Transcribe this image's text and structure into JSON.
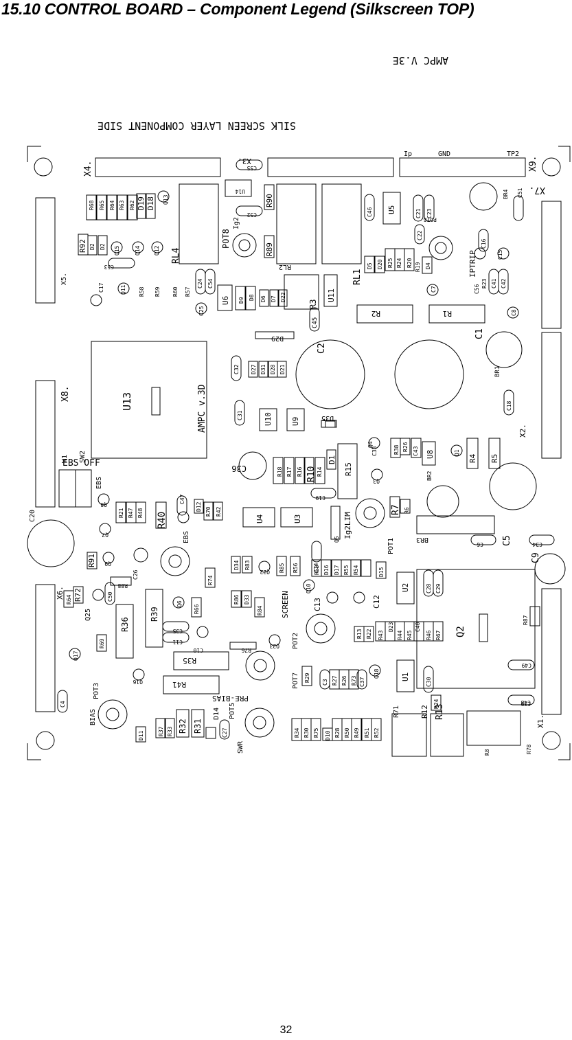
{
  "page": {
    "title": "15.10 CONTROL BOARD – Component Legend (Silkscreen TOP)",
    "page_number": "32"
  },
  "board": {
    "version_label": "AMPC V.3E",
    "silk_label": "SILK SCREEN LAYER COMPONENT SIDE",
    "u13_version": "AMPC v.3D",
    "connectors": {
      "x1": "X1.",
      "x2": "X2.",
      "x3": "X3.",
      "x4": "X4.",
      "x5": "X5.",
      "x6": "X6.",
      "x7": "X7.",
      "x8": "X8.",
      "x9": "X9."
    },
    "header_pins": {
      "ip": "Ip",
      "gnd": "GND",
      "tp2": "TP2"
    },
    "big_parts": {
      "c1": "C1",
      "c2": "C2",
      "c5": "C5",
      "c9": "C9",
      "c20": "C20",
      "c36": "C36",
      "u13": "U13",
      "q2": "Q2",
      "rl1": "RL1",
      "rl2": "RL2",
      "rl4": "RL4",
      "r1": "R1",
      "r2": "R2",
      "r15": "R15",
      "r35": "R35",
      "r36": "R36",
      "r39": "R39",
      "r41": "R41",
      "r40": "R40",
      "br3": "BR3",
      "br1": "BR1"
    },
    "pots": {
      "pot1": "POT1",
      "pot2": "POT2",
      "pot3": "POT3",
      "pot5": "POT5",
      "pot6": "POT6",
      "pot7": "POT7",
      "pot8": "POT8"
    },
    "labels": {
      "ebs_off": "EBS OFF",
      "sw1": "W1",
      "sw2": "SW2",
      "ebs1": "EBS",
      "ebs2": "EBS",
      "screen": "SCREEN",
      "pre_bias": "PRE-BIAS",
      "bias": "BIAS",
      "swr": "SWR",
      "ig2lim": "Ig2LIM",
      "iptrip": "IPTRIP",
      "ig2": "Ig2"
    },
    "silk_text": {
      "r68": "R68",
      "r65": "R65",
      "r64": "R64",
      "r63": "R63",
      "r62": "R62",
      "d19": "D19",
      "d18": "D18",
      "q13": "Q13",
      "r92": "R92",
      "d2a": "D2",
      "d2b": "D2",
      "q15": "Q15",
      "q14": "Q14",
      "q12": "Q12",
      "c53": "C53",
      "c17": "C17",
      "q11": "Q11",
      "r58": "R58",
      "r59": "R59",
      "r60": "R60",
      "r57": "R57",
      "c25": "C25",
      "c24": "C24",
      "c54": "C54",
      "u6": "U6",
      "d9": "D9",
      "d8": "D8",
      "d6": "D6",
      "d7": "D7",
      "d22": "D22",
      "r3": "R3",
      "u11": "U11",
      "c45": "C45",
      "d29": "D29",
      "c32": "C32",
      "d27": "D27",
      "d31": "D31",
      "d28": "D28",
      "d21": "D21",
      "c31": "C31",
      "u10": "U10",
      "u9": "U9",
      "d35": "D35",
      "c55": "C55",
      "u14": "U14",
      "c52": "C52",
      "r90": "R90",
      "r89": "R89",
      "c46": "C46",
      "u5": "U5",
      "c21": "C21",
      "c23": "C23",
      "c22": "C22",
      "br4": "BR4",
      "c51": "C51",
      "d5": "D5",
      "d20": "D20",
      "r25": "R25",
      "r24": "R24",
      "r20": "R20",
      "d4": "D4",
      "r19": "R19",
      "c7": "C7",
      "c56": "C56",
      "r23": "R23",
      "c41": "C41",
      "c42": "C42",
      "c16": "C16",
      "c15": "C15",
      "c8": "C8",
      "c18": "C18",
      "q4": "Q4",
      "c33": "C33",
      "r38": "R38",
      "r26": "R26",
      "c43": "C43",
      "u8": "U8",
      "q1": "Q1",
      "r4": "R4",
      "r5": "R5",
      "br2": "BR2",
      "r6": "R6",
      "r7": "R7",
      "c6": "C6",
      "c34": "C34",
      "r18": "R18",
      "r17": "R17",
      "r16": "R16",
      "r10": "R10",
      "r14": "R14",
      "d1": "D1",
      "q3": "Q3",
      "c19": "C19",
      "u4": "U4",
      "u3": "U3",
      "q5": "Q5",
      "q8": "Q8",
      "r21": "R21",
      "r47": "R47",
      "r48": "R48",
      "c47": "C47",
      "d12": "D12",
      "r70": "R70",
      "r42": "R42",
      "q7": "Q7",
      "q9": "Q9",
      "r91": "R91",
      "c26": "C26",
      "r88": "R88",
      "d34": "D34",
      "r83": "R83",
      "q22": "Q22",
      "r85": "R85",
      "r56": "R56",
      "c14": "C14",
      "r53": "R53",
      "d16": "D16",
      "d17": "D17",
      "r55": "R55",
      "r54": "R54",
      "d15": "D15",
      "u2": "U2",
      "c28": "C28",
      "c29": "C29",
      "r87": "R87",
      "r74": "R74",
      "q10": "Q10",
      "c13": "C13",
      "c12": "C12",
      "r84": "R84",
      "d33": "D33",
      "r86": "R86",
      "r66": "R66",
      "q6": "Q6",
      "c50": "C50",
      "r72": "R72",
      "r64b": "R64",
      "q25": "Q25",
      "c35": "C35",
      "c11": "C11",
      "c10": "C10",
      "r76": "R76",
      "q23": "Q23",
      "r13": "R13",
      "r22": "R22",
      "d23": "D23",
      "r43": "R43",
      "r44": "R44",
      "r45": "R45",
      "c40": "C40",
      "r46": "R46",
      "r67": "R67",
      "r69": "R69",
      "q17": "Q17",
      "q16": "Q16",
      "c4": "C4",
      "r29": "R29",
      "c3": "C3",
      "r27": "R27",
      "r26b": "R26",
      "r73": "R73",
      "c37": "C37",
      "q18": "Q18",
      "u1": "U1",
      "c30": "C30",
      "r124": "R24",
      "c49": "C49",
      "c48": "C48",
      "c39": "C39",
      "d11": "D11",
      "r37": "R37",
      "r33": "R33",
      "r32": "R32",
      "r31": "R31",
      "d14": "D14",
      "c27": "C27",
      "r34": "R34",
      "r30": "R30",
      "r75": "R75",
      "r28": "R28",
      "r50": "R50",
      "r49": "R49",
      "r51": "R51",
      "r52": "R52",
      "d10": "D10",
      "r71": "R71",
      "r12": "R12",
      "r13b": "R13",
      "r8": "R8",
      "r78": "R78"
    }
  }
}
